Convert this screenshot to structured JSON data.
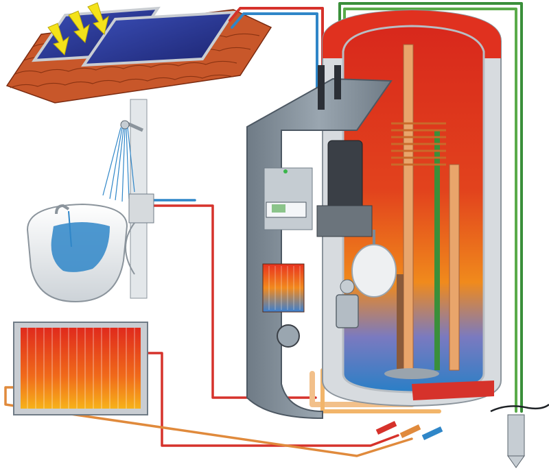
{
  "diagram": {
    "components": [
      {
        "id": "solar-collectors",
        "label": ""
      },
      {
        "id": "shower",
        "label": ""
      },
      {
        "id": "bathtub",
        "label": ""
      },
      {
        "id": "radiator",
        "label": ""
      },
      {
        "id": "heat-pump-unit",
        "label": ""
      },
      {
        "id": "storage-tank",
        "label": ""
      },
      {
        "id": "expansion-vessel",
        "label": ""
      },
      {
        "id": "circulation-pump",
        "label": ""
      },
      {
        "id": "ground-probe",
        "label": ""
      }
    ],
    "colors": {
      "hot_pipe": "#d6322b",
      "cold_pipe": "#2f86c8",
      "return_pipe": "#e08a3c",
      "brine_pipe": "#3a8f3a",
      "casing": "#7d8a96",
      "tank_hot": "#e0311f",
      "tank_cold": "#2a7fc6",
      "roof_tile": "#c8572a",
      "solar_panel": "#2a3a9a"
    },
    "icons": [
      "sun-ray-icon",
      "water-drop-icon"
    ]
  }
}
